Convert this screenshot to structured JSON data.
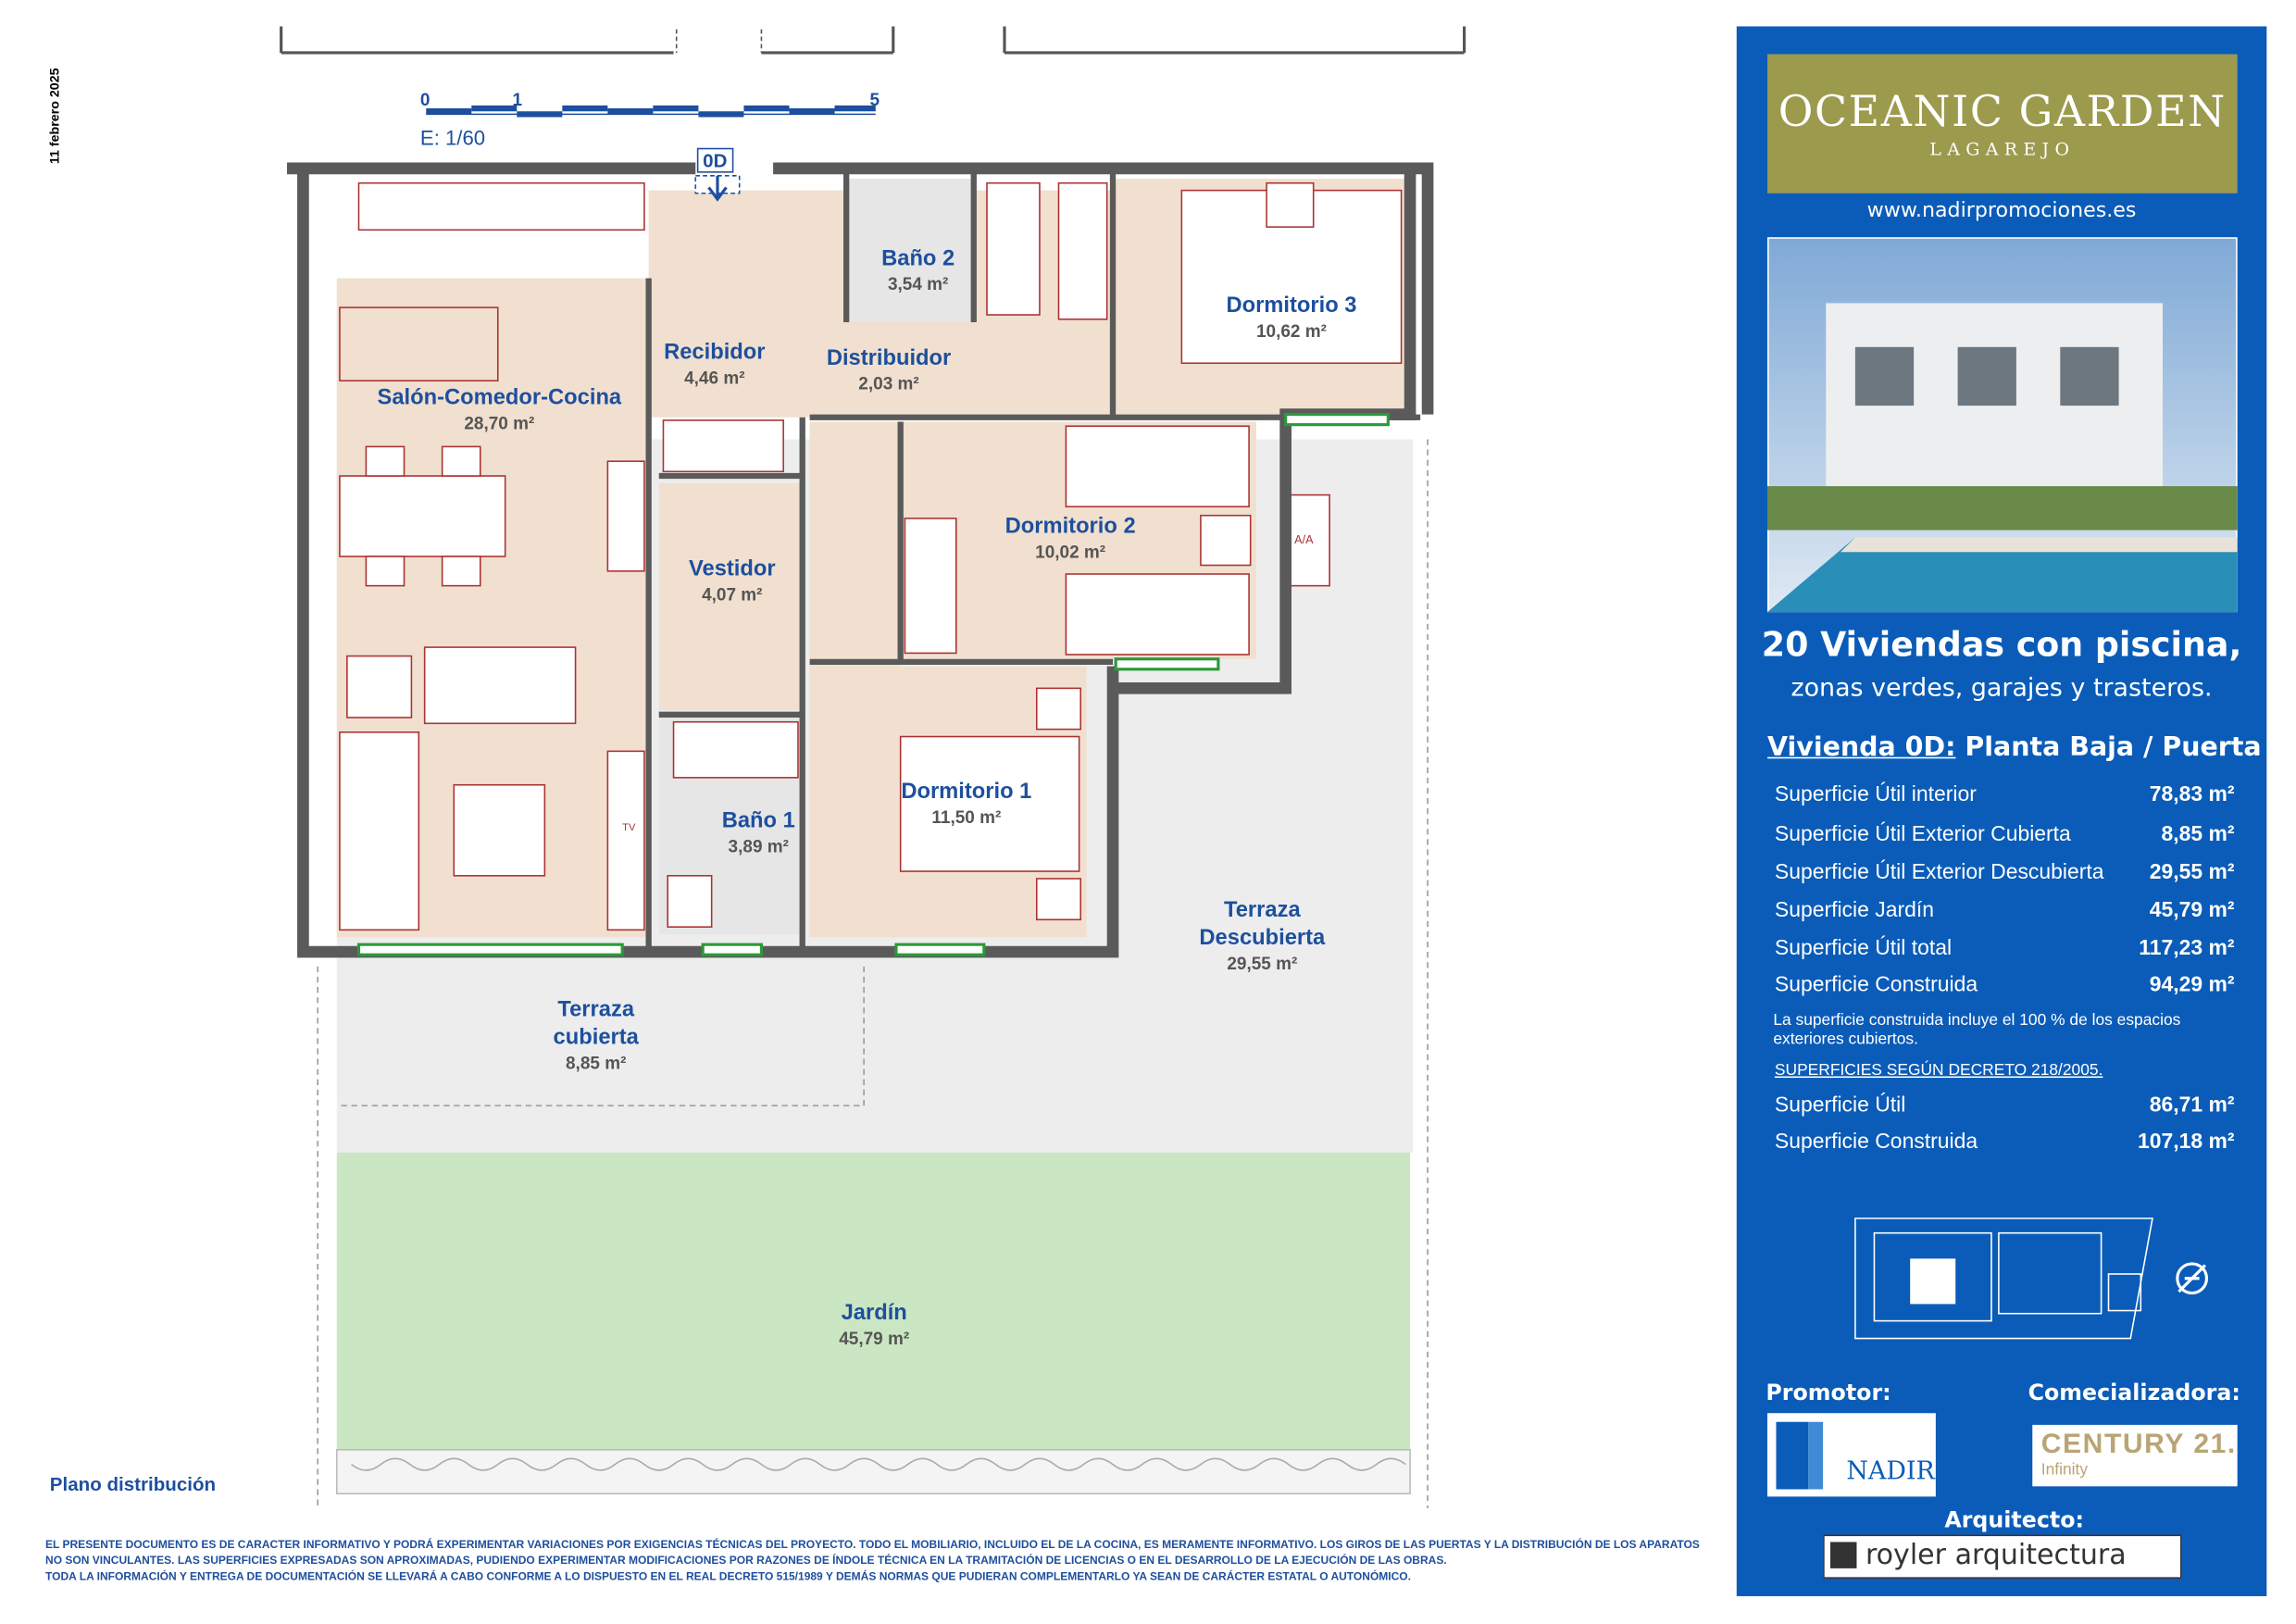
{
  "date": "11 febrero 2025",
  "scale": {
    "ticks": [
      "0",
      "1",
      "5"
    ],
    "label": "E: 1/60"
  },
  "door_tag": "0D",
  "plan_title": "Plano distribución",
  "rooms": {
    "salon": {
      "name": "Salón-Comedor-Cocina",
      "area": "28,70 m²"
    },
    "recibidor": {
      "name": "Recibidor",
      "area": "4,46 m²"
    },
    "distribuidor": {
      "name": "Distribuidor",
      "area": "2,03 m²"
    },
    "bano2": {
      "name": "Baño 2",
      "area": "3,54 m²"
    },
    "dorm3": {
      "name": "Dormitorio 3",
      "area": "10,62 m²"
    },
    "dorm2": {
      "name": "Dormitorio 2",
      "area": "10,02 m²"
    },
    "vestidor": {
      "name": "Vestidor",
      "area": "4,07 m²"
    },
    "bano1": {
      "name": "Baño 1",
      "area": "3,89 m²"
    },
    "dorm1": {
      "name": "Dormitorio 1",
      "area": "11,50 m²"
    },
    "terraza_cub": {
      "name1": "Terraza",
      "name2": "cubierta",
      "area": "8,85 m²"
    },
    "terraza_desc": {
      "name1": "Terraza",
      "name2": "Descubierta",
      "area": "29,55 m²"
    },
    "jardin": {
      "name": "Jardín",
      "area": "45,79 m²"
    }
  },
  "fixtures": {
    "aa": "A/A",
    "tv": "TV"
  },
  "panel": {
    "brand": "OCEANIC GARDEN",
    "brand_sub": "LAGAREJO",
    "url": "www.nadirpromociones.es",
    "headline1": "20 Viviendas con piscina,",
    "headline2": "zonas verdes, garajes y trasteros.",
    "unit_prefix": "Vivienda 0D:",
    "unit_rest": " Planta Baja / Puerta D",
    "rows": [
      {
        "label": "Superficie Útil interior",
        "value": "78,83 m²"
      },
      {
        "label": "Superficie Útil Exterior Cubierta",
        "value": "8,85 m²"
      },
      {
        "label": "Superficie Útil Exterior Descubierta",
        "value": "29,55 m²"
      },
      {
        "label": "Superficie Jardín",
        "value": "45,79 m²"
      },
      {
        "label": "Superficie Útil total",
        "value": "117,23 m²"
      },
      {
        "label": "Superficie Construida",
        "value": "94,29 m²"
      }
    ],
    "note": "La superficie construida incluye el 100 % de los espacios exteriores cubiertos.",
    "decreto": "SUPERFICIES SEGÚN DECRETO 218/2005.",
    "rows2": [
      {
        "label": "Superficie Útil",
        "value": "86,71 m²"
      },
      {
        "label": "Superficie Construida",
        "value": "107,18 m²"
      }
    ],
    "promotor": "Promotor:",
    "comercializadora": "Comecializadora:",
    "arquitecto": "Arquitecto:",
    "nadir": "NADIR",
    "century": "CENTURY 21.",
    "century_sub": "Infinity",
    "royler": "royler arquitectura"
  },
  "disclaimer": [
    "EL PRESENTE DOCUMENTO ES DE CARACTER INFORMATIVO Y PODRÁ EXPERIMENTAR VARIACIONES POR EXIGENCIAS TÉCNICAS DEL PROYECTO. TODO EL MOBILIARIO, INCLUIDO EL DE LA COCINA, ES MERAMENTE INFORMATIVO. LOS GIROS DE LAS PUERTAS Y LA DISTRIBUCIÓN DE LOS APARATOS NO SON VINCULANTES. LAS SUPERFICIES EXPRESADAS SON APROXIMADAS, PUDIENDO EXPERIMENTAR MODIFICACIONES POR RAZONES DE ÍNDOLE TÉCNICA EN LA TRAMITACIÓN DE LICENCIAS O EN EL DESARROLLO DE LA EJECUCIÓN DE LAS OBRAS.",
    "TODA LA INFORMACIÓN Y ENTREGA DE DOCUMENTACIÓN SE LLEVARÁ A CABO CONFORME A LO DISPUESTO EN EL REAL DECRETO 515/1989 Y DEMÁS NORMAS QUE PUDIERAN COMPLEMENTARLO YA SEAN DE CARÁCTER ESTATAL O AUTONÓMICO."
  ]
}
